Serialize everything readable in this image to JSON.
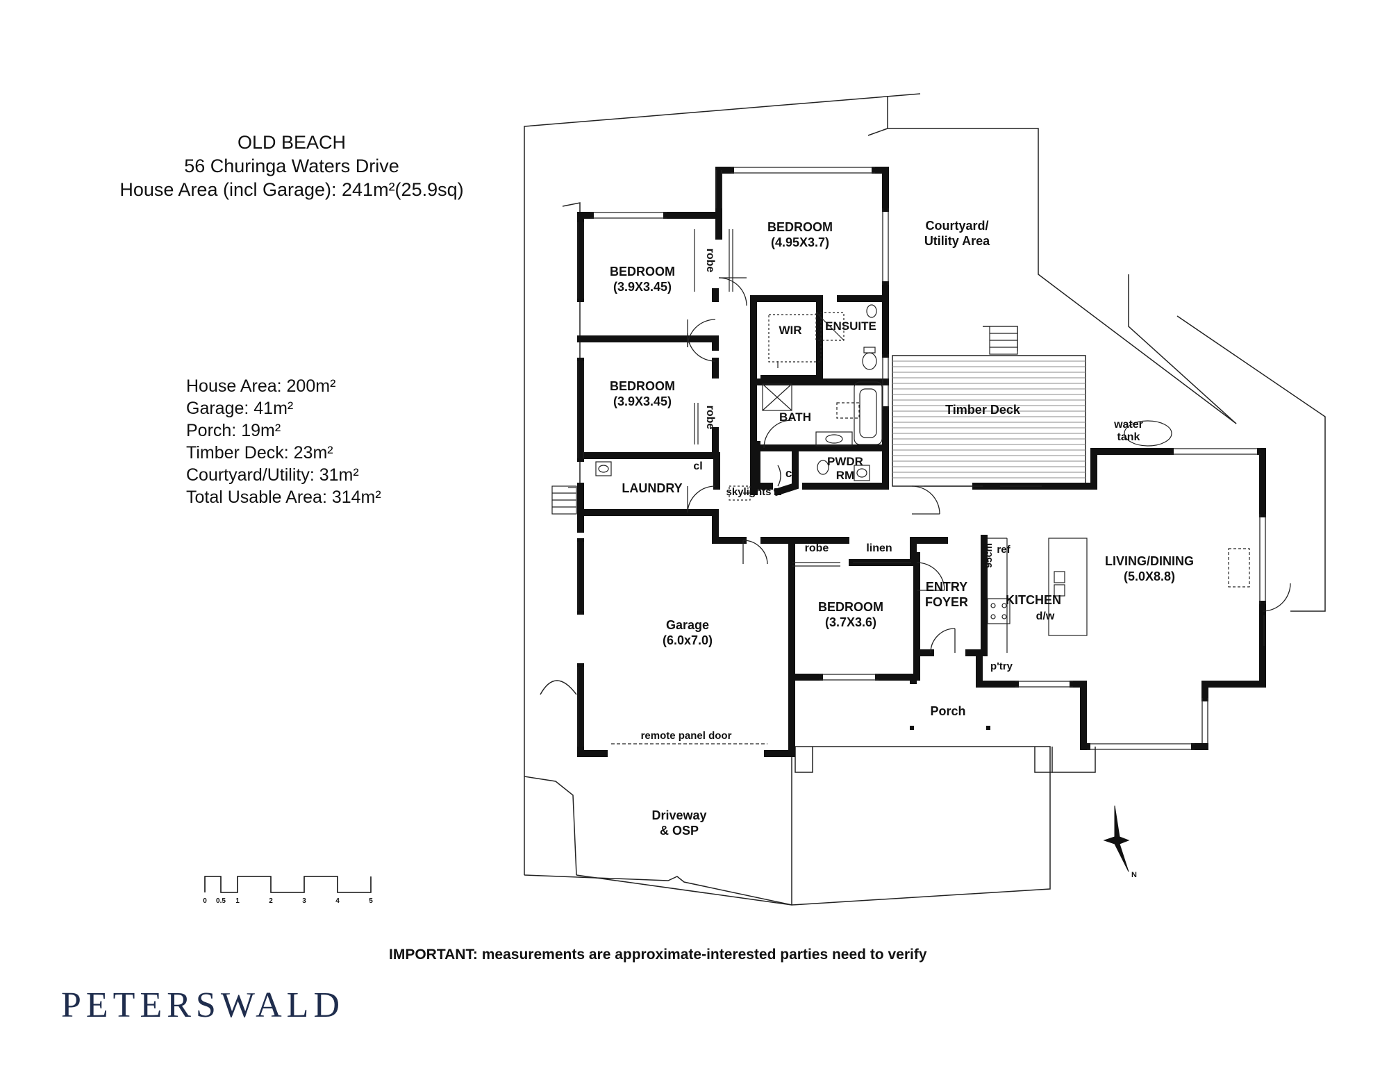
{
  "header": {
    "suburb": "OLD BEACH",
    "address": "56 Churinga Waters Drive",
    "house_area_incl_garage": "House Area (incl Garage): 241m²(25.9sq)"
  },
  "areas": [
    "House Area: 200m²",
    "Garage: 41m²",
    "Porch: 19m²",
    "Timber Deck: 23m²",
    "Courtyard/Utility: 31m²",
    "Total Usable Area: 314m²"
  ],
  "rooms": {
    "bedroom1": {
      "name": "BEDROOM",
      "size": "(4.95X3.7)"
    },
    "bedroom2": {
      "name": "BEDROOM",
      "size": "(3.9X3.45)"
    },
    "bedroom3": {
      "name": "BEDROOM",
      "size": "(3.9X3.45)"
    },
    "bedroom4": {
      "name": "BEDROOM",
      "size": "(3.7X3.6)"
    },
    "courtyard": {
      "name": "Courtyard/",
      "name2": "Utility Area"
    },
    "wir": "WIR",
    "ensuite": "ENSUITE",
    "bath": "BATH",
    "pwdr": {
      "line1": "PWDR",
      "line2": "RM"
    },
    "cl1": "cl",
    "cl2": "cl",
    "laundry": "LAUNDRY",
    "skylights": "skylights",
    "robe1": "robe",
    "robe2": "robe",
    "robe3": "robe",
    "linen": "linen",
    "entry": {
      "line1": "ENTRY",
      "line2": "FOYER"
    },
    "kitchen": "KITCHEN",
    "dw": "d/w",
    "ref": "ref",
    "cm95": "95cm",
    "pantry": "p'try",
    "living": {
      "name": "LIVING/DINING",
      "size": "(5.0X8.8)"
    },
    "timber_deck": "Timber Deck",
    "water_tank": {
      "line1": "water",
      "line2": "tank"
    },
    "garage": {
      "name": "Garage",
      "size": "(6.0x7.0)"
    },
    "remote_door": "remote panel door",
    "porch": "Porch",
    "driveway": {
      "line1": "Driveway",
      "line2": "& OSP"
    }
  },
  "compass": "N",
  "scale": {
    "ticks": [
      "0",
      "0.5",
      "1",
      "2",
      "3",
      "4",
      "5"
    ]
  },
  "note": "IMPORTANT: measurements are approximate-interested parties need to verify",
  "brand": "PETERSWALD",
  "colors": {
    "wall": "#111111",
    "brand": "#1f2d4d"
  }
}
